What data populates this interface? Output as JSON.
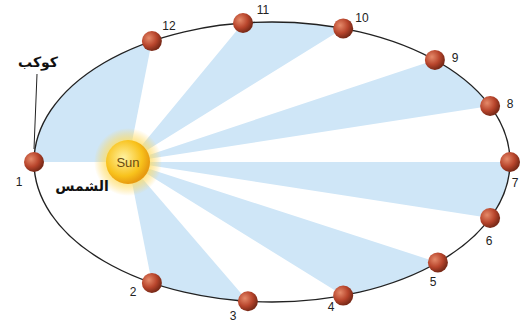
{
  "diagram": {
    "nodes": [
      {
        "text": [
          "Sun"
        ]
      }
    ],
    "labels": [
      "كوكب",
      "الشمس",
      "1",
      "2",
      "3",
      "4",
      "5",
      "6",
      "7",
      "8",
      "9",
      "10",
      "11",
      "12"
    ]
  }
}
